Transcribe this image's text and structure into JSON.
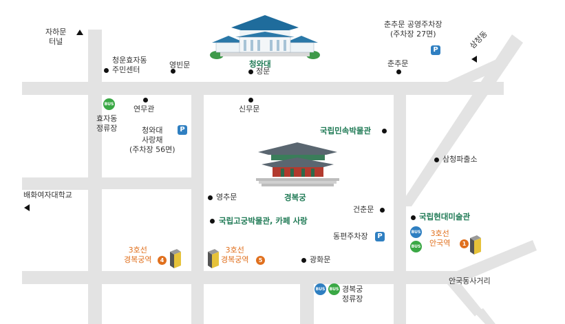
{
  "places": {
    "jahamun_tunnel": "자하문\n터널",
    "cheongun_center": "청운효자동\n주민센터",
    "yeongbinmun": "영빈문",
    "cheongwadae": "청와대",
    "jeongmun": "정문",
    "chunchumun_parking": "춘추문 공영주차장\n(주차장 27면)",
    "chunchumun": "춘추문",
    "samcheongdong": "삼청동",
    "hyoja_stop": "효자동\n정류장",
    "yeonmugwan": "연무관",
    "sinmumun": "신무문",
    "sarangchae": "청와대\n사랑채\n(주차장 56면)",
    "folk_museum": "국립민속박물관",
    "samcheong_police": "삼청파출소",
    "ewha_school": "배화여자대학교",
    "yeongchumun": "영추문",
    "gyeongbokgung": "경복궁",
    "geonchunmun": "건춘문",
    "mmca": "국립현대미술관",
    "palace_museum": "국립고궁박물관, 카페 사랑",
    "dongpyeon_parking": "동편주차장",
    "anguk_station": "3호선\n안국역",
    "gyeongbokgung_station_4": "3호선\n경복궁역",
    "gyeongbokgung_station_5": "3호선\n경복궁역",
    "gwanghwamun": "광화문",
    "angukdong_intersection": "안국동사거리",
    "gyeongbokgung_stop": "경복궁\n정류장"
  },
  "badges": {
    "parking": "P",
    "bus": "BUS",
    "exit_1": "1",
    "exit_4": "4",
    "exit_5": "5"
  },
  "colors": {
    "road": "#e3e3e3",
    "landmark_text": "#1f7a55",
    "station_text": "#e0701e",
    "parking": "#2f7fc1",
    "bus_green": "#3aa845",
    "bus_blue": "#2f7fc1"
  }
}
